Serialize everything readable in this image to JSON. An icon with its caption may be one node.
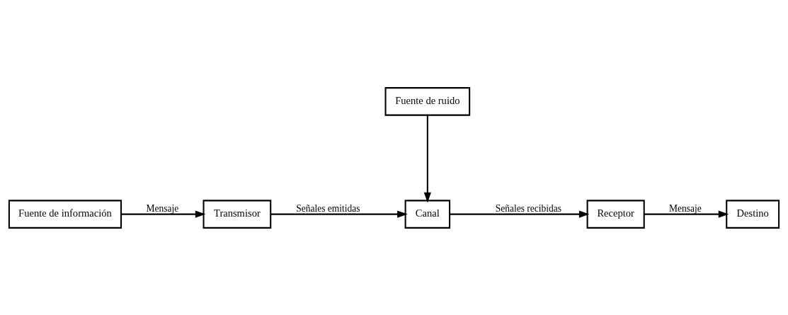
{
  "diagram": {
    "nodes": [
      {
        "text": [
          "Fuente de información"
        ]
      },
      {
        "text": [
          "Transmisor"
        ]
      },
      {
        "text": [
          "Canal"
        ]
      },
      {
        "text": [
          "Receptor"
        ]
      },
      {
        "text": [
          "Destino"
        ]
      },
      {
        "text": [
          "Fuente de ruido"
        ]
      }
    ],
    "edges": [
      {
        "from": 0,
        "to": 1,
        "arrow": "to",
        "label": "Mensaje"
      },
      {
        "from": 1,
        "to": 2,
        "arrow": "to",
        "label": "Señales emitidas"
      },
      {
        "from": 2,
        "to": 3,
        "arrow": "to",
        "label": "Señales recibidas"
      },
      {
        "from": 3,
        "to": 4,
        "arrow": "to",
        "label": "Mensaje"
      },
      {
        "from": 5,
        "to": 2,
        "arrow": "to"
      }
    ]
  }
}
